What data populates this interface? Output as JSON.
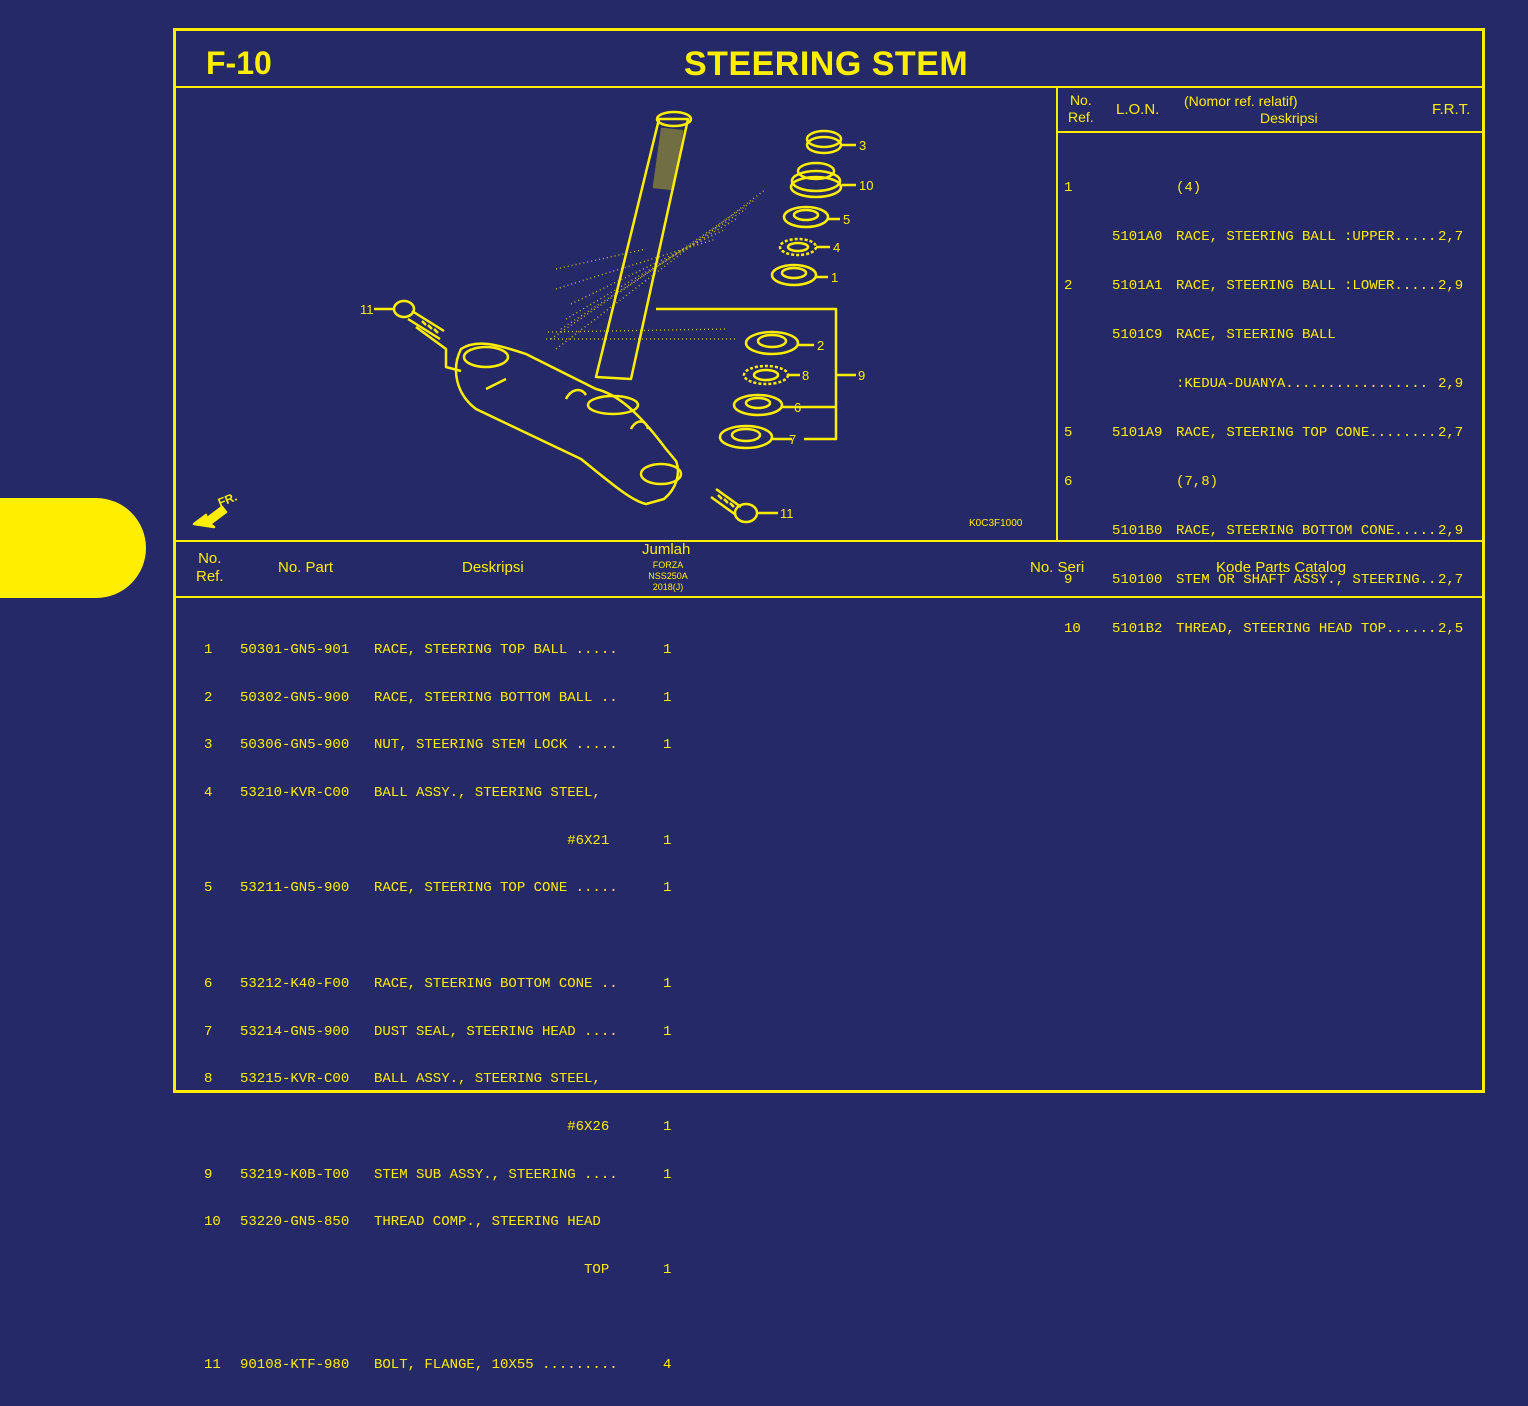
{
  "page": {
    "code": "F-10",
    "title": "STEERING STEM"
  },
  "diagram": {
    "drawing_code": "K0C3F1000",
    "front_label": "FR.",
    "callouts": [
      "3",
      "10",
      "5",
      "4",
      "1",
      "2",
      "8",
      "9",
      "6",
      "7",
      "11",
      "11"
    ]
  },
  "ref_table": {
    "headers": {
      "ref": "No.\nRef.",
      "lon": "L.O.N.",
      "desc_top": "(Nomor ref. relatif)",
      "desc": "Deskripsi",
      "frt": "F.R.T."
    },
    "rows": [
      {
        "ref": "1",
        "lon": "",
        "desc": "(4)",
        "frt": ""
      },
      {
        "ref": "",
        "lon": "5101A0",
        "desc": "RACE, STEERING BALL :UPPER.....",
        "frt": "2,7"
      },
      {
        "ref": "2",
        "lon": "5101A1",
        "desc": "RACE, STEERING BALL :LOWER.....",
        "frt": "2,9"
      },
      {
        "ref": "",
        "lon": "5101C9",
        "desc": "RACE, STEERING BALL",
        "frt": ""
      },
      {
        "ref": "",
        "lon": "",
        "desc": ":KEDUA-DUANYA.................",
        "frt": "2,9"
      },
      {
        "ref": "5",
        "lon": "5101A9",
        "desc": "RACE, STEERING TOP CONE........",
        "frt": "2,7"
      },
      {
        "ref": "6",
        "lon": "",
        "desc": "(7,8)",
        "frt": ""
      },
      {
        "ref": "",
        "lon": "5101B0",
        "desc": "RACE, STEERING BOTTOM CONE.....",
        "frt": "2,9"
      },
      {
        "ref": "9",
        "lon": "510100",
        "desc": "STEM OR SHAFT ASSY., STEERING..",
        "frt": "2,7"
      },
      {
        "ref": "10",
        "lon": "5101B2",
        "desc": "THREAD, STEERING HEAD TOP......",
        "frt": "2,5"
      }
    ]
  },
  "parts_table": {
    "headers": {
      "ref": "No.\nRef.",
      "part": "No. Part",
      "desc": "Deskripsi",
      "qty": "Jumlah",
      "qty_sub": "FORZA\nNSS250A\n2018(J)",
      "serial": "No. Seri",
      "catalog": "Kode Parts Catalog"
    },
    "rows": [
      {
        "ref": "1",
        "part": "50301-GN5-901",
        "desc": "RACE, STEERING TOP BALL .....",
        "qty": "1"
      },
      {
        "ref": "2",
        "part": "50302-GN5-900",
        "desc": "RACE, STEERING BOTTOM BALL ..",
        "qty": "1"
      },
      {
        "ref": "3",
        "part": "50306-GN5-900",
        "desc": "NUT, STEERING STEM LOCK .....",
        "qty": "1"
      },
      {
        "ref": "4",
        "part": "53210-KVR-C00",
        "desc": "BALL ASSY., STEERING STEEL,",
        "qty": ""
      },
      {
        "ref": "",
        "part": "",
        "desc": "                       #6X21",
        "qty": "1"
      },
      {
        "ref": "5",
        "part": "53211-GN5-900",
        "desc": "RACE, STEERING TOP CONE .....",
        "qty": "1"
      },
      {
        "ref": "",
        "part": "",
        "desc": "",
        "qty": ""
      },
      {
        "ref": "6",
        "part": "53212-K40-F00",
        "desc": "RACE, STEERING BOTTOM CONE ..",
        "qty": "1"
      },
      {
        "ref": "7",
        "part": "53214-GN5-900",
        "desc": "DUST SEAL, STEERING HEAD ....",
        "qty": "1"
      },
      {
        "ref": "8",
        "part": "53215-KVR-C00",
        "desc": "BALL ASSY., STEERING STEEL,",
        "qty": ""
      },
      {
        "ref": "",
        "part": "",
        "desc": "                       #6X26",
        "qty": "1"
      },
      {
        "ref": "9",
        "part": "53219-K0B-T00",
        "desc": "STEM SUB ASSY., STEERING ....",
        "qty": "1"
      },
      {
        "ref": "10",
        "part": "53220-GN5-850",
        "desc": "THREAD COMP., STEERING HEAD",
        "qty": ""
      },
      {
        "ref": "",
        "part": "",
        "desc": "                         TOP",
        "qty": "1"
      },
      {
        "ref": "",
        "part": "",
        "desc": "",
        "qty": ""
      },
      {
        "ref": "11",
        "part": "90108-KTF-980",
        "desc": "BOLT, FLANGE, 10X55 .........",
        "qty": "4"
      }
    ]
  }
}
